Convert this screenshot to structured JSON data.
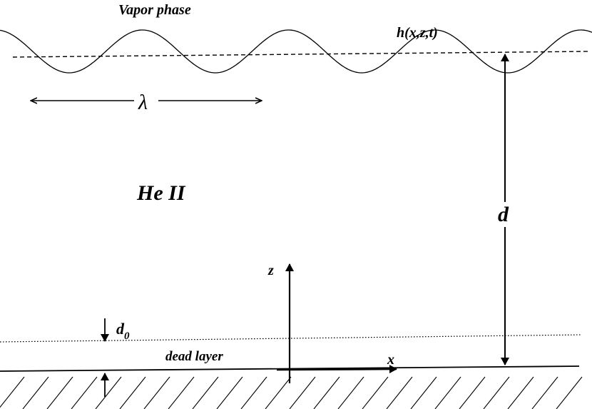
{
  "labels": {
    "vapor_phase": "Vapor phase",
    "surface_height": "h(x,z,t)",
    "wavelength": "λ",
    "liquid": "He II",
    "depth": "d",
    "dead_layer_thickness": "d",
    "dead_layer_thickness_sub": "0",
    "dead_layer": "dead layer",
    "axis_z": "z",
    "axis_x": "x"
  },
  "colors": {
    "ink": "#000000",
    "background": "#ffffff"
  }
}
